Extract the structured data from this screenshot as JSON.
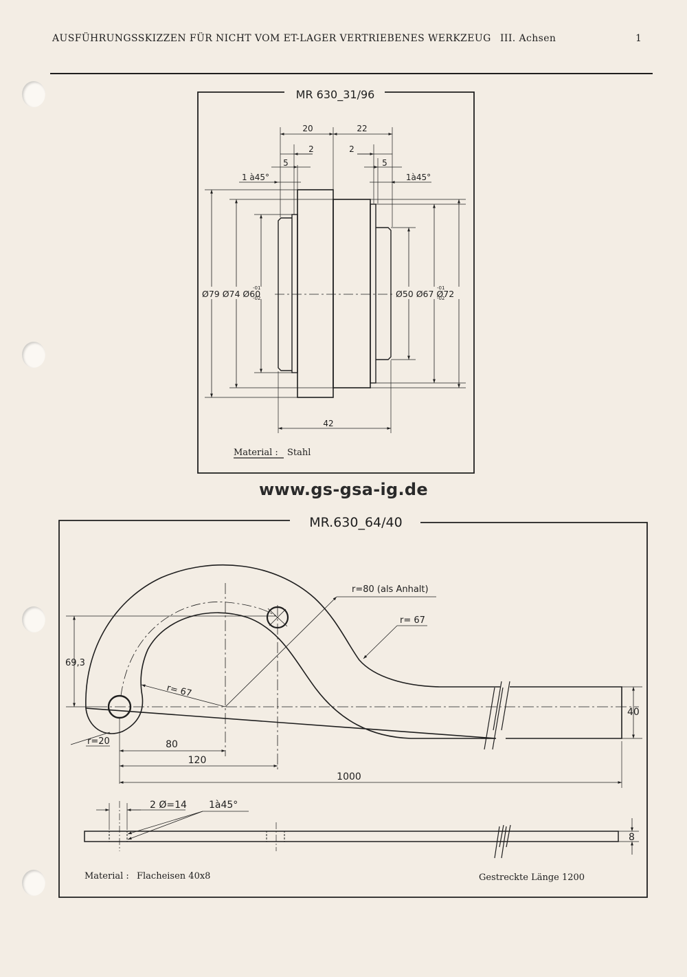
{
  "header": {
    "title": "AUSFÜHRUNGSSKIZZEN FÜR NICHT VOM ET-LAGER VERTRIEBENES WERKZEUG",
    "section": "III. Achsen",
    "page_number": "1"
  },
  "website": "www.gs-gsa-ig.de",
  "drawing1": {
    "title": "MR 630_31/96",
    "dims": {
      "top_20": "20",
      "top_22": "22",
      "left_2": "2",
      "right_2": "2",
      "left_5": "5",
      "right_5": "5",
      "left_chamfer": "1 à45°",
      "right_chamfer": "1à45°",
      "bottom_42": "42",
      "left_diameters": "Ø79 Ø74 Ø60",
      "left_tol_upper": "-01",
      "left_tol_lower": "-02",
      "right_diameters": "Ø50 Ø67 Ø72",
      "right_tol_upper": "-01",
      "right_tol_lower": "-02"
    },
    "material_label": "Material :",
    "material_value": "Stahl"
  },
  "drawing2": {
    "title": "MR.630_64/40",
    "dims": {
      "r80": "r=80 (als Anhalt)",
      "r67_outer": "r= 67",
      "r67_inner": "r= 67",
      "r20": "r=20",
      "h69_3": "69,3",
      "w80": "80",
      "w120": "120",
      "w1000": "1000",
      "w40": "40",
      "holes": "2 Ø=14",
      "chamfer": "1à45°",
      "t8": "8"
    },
    "material_label": "Material :",
    "material_value": "Flacheisen 40x8",
    "length_note": "Gestreckte Länge 1200"
  }
}
